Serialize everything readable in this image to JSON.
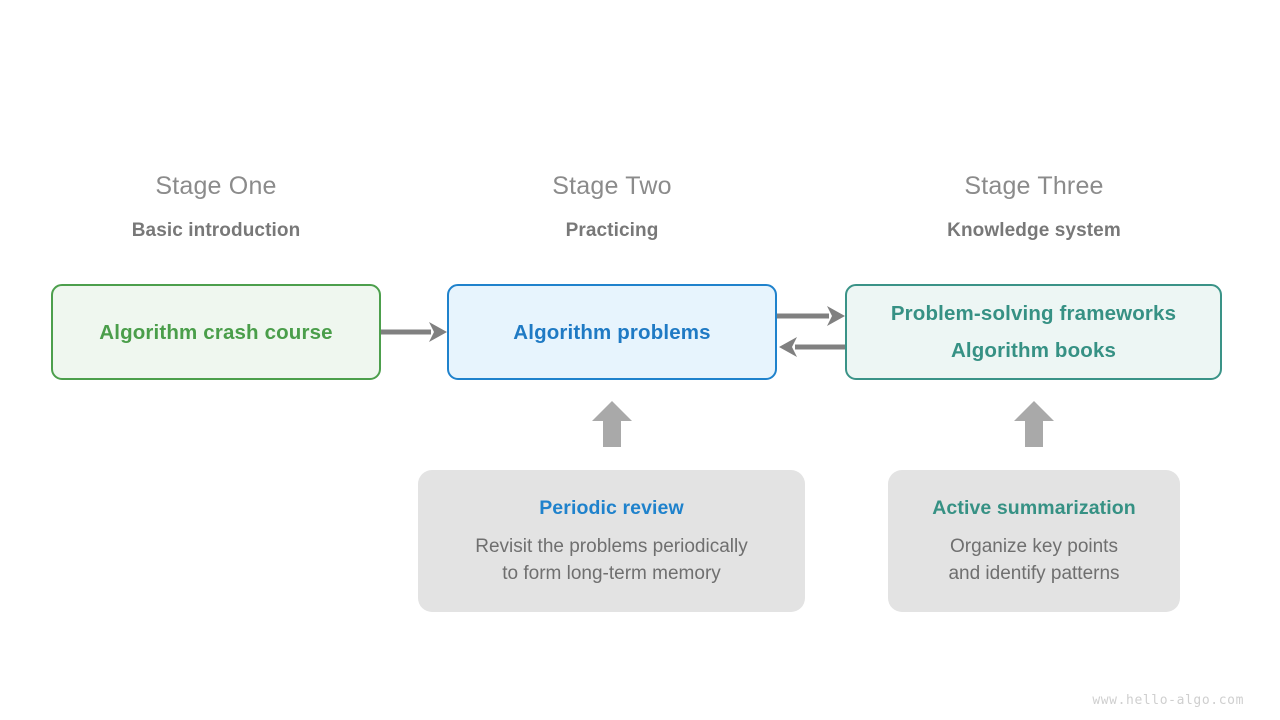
{
  "page": {
    "watermark": "www.hello-algo.com",
    "background": "#ffffff"
  },
  "colors": {
    "green": "#4a9e4a",
    "green_fill": "#eff7ef",
    "blue": "#1f82cc",
    "blue_fill": "#e7f4fd",
    "teal": "#369184",
    "teal_fill": "#edf6f4",
    "gray_box": "#e3e3e3",
    "gray_text": "#6f6f6f",
    "stage_title": "#8b8b8b",
    "stage_subtitle": "#787878",
    "arrow": "#808080",
    "block_arrow": "#a9a9a9"
  },
  "stages": [
    {
      "title": "Stage One",
      "subtitle": "Basic introduction",
      "box_lines": [
        "Algorithm crash course"
      ],
      "box_style": "green"
    },
    {
      "title": "Stage Two",
      "subtitle": "Practicing",
      "box_lines": [
        "Algorithm problems"
      ],
      "box_style": "blue"
    },
    {
      "title": "Stage Three",
      "subtitle": "Knowledge system",
      "box_lines": [
        "Problem-solving frameworks",
        "Algorithm books"
      ],
      "box_style": "teal"
    }
  ],
  "supports": [
    {
      "title": "Periodic review",
      "title_color": "blue",
      "desc_lines": [
        "Revisit the problems periodically",
        "to form long-term memory"
      ]
    },
    {
      "title": "Active summarization",
      "title_color": "teal",
      "desc_lines": [
        "Organize key points",
        "and identify patterns"
      ]
    }
  ],
  "arrows": [
    {
      "name": "stage-one-to-stage-two",
      "direction": "right"
    },
    {
      "name": "stage-two-to-stage-three",
      "direction": "right"
    },
    {
      "name": "stage-three-to-stage-two",
      "direction": "left"
    },
    {
      "name": "periodic-review-to-stage-two",
      "direction": "up"
    },
    {
      "name": "active-summarization-to-stage-three",
      "direction": "up"
    }
  ]
}
